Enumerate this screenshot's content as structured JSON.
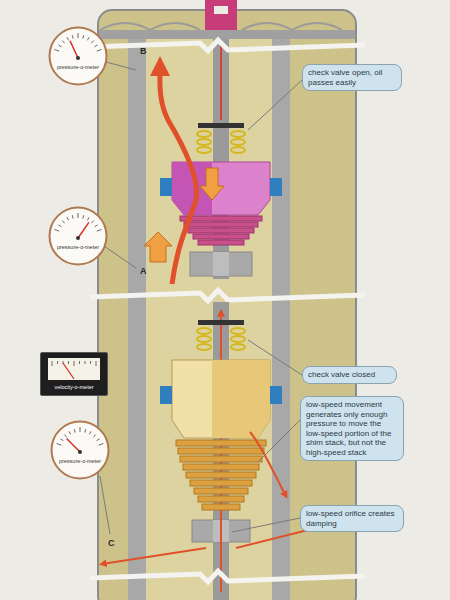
{
  "diagram": {
    "nodes": [
      {
        "text": [
          "pressure-o-meter"
        ]
      },
      {
        "text": [
          "check valve open, oil passes easily"
        ]
      },
      {
        "text": [
          "pressure-o-meter"
        ]
      },
      {
        "text": [
          "velocity-o-meter"
        ]
      },
      {
        "text": [
          "check valve closed"
        ]
      },
      {
        "text": [
          "pressure-o-meter"
        ]
      },
      {
        "text": [
          "low-speed movement generates only enough pressure to move the low-speed portion of the shim stack, but not the high-speed stack"
        ]
      },
      {
        "text": [
          "low-speed orifice creates damping"
        ]
      }
    ],
    "labels": [
      "B",
      "A",
      "C"
    ]
  }
}
